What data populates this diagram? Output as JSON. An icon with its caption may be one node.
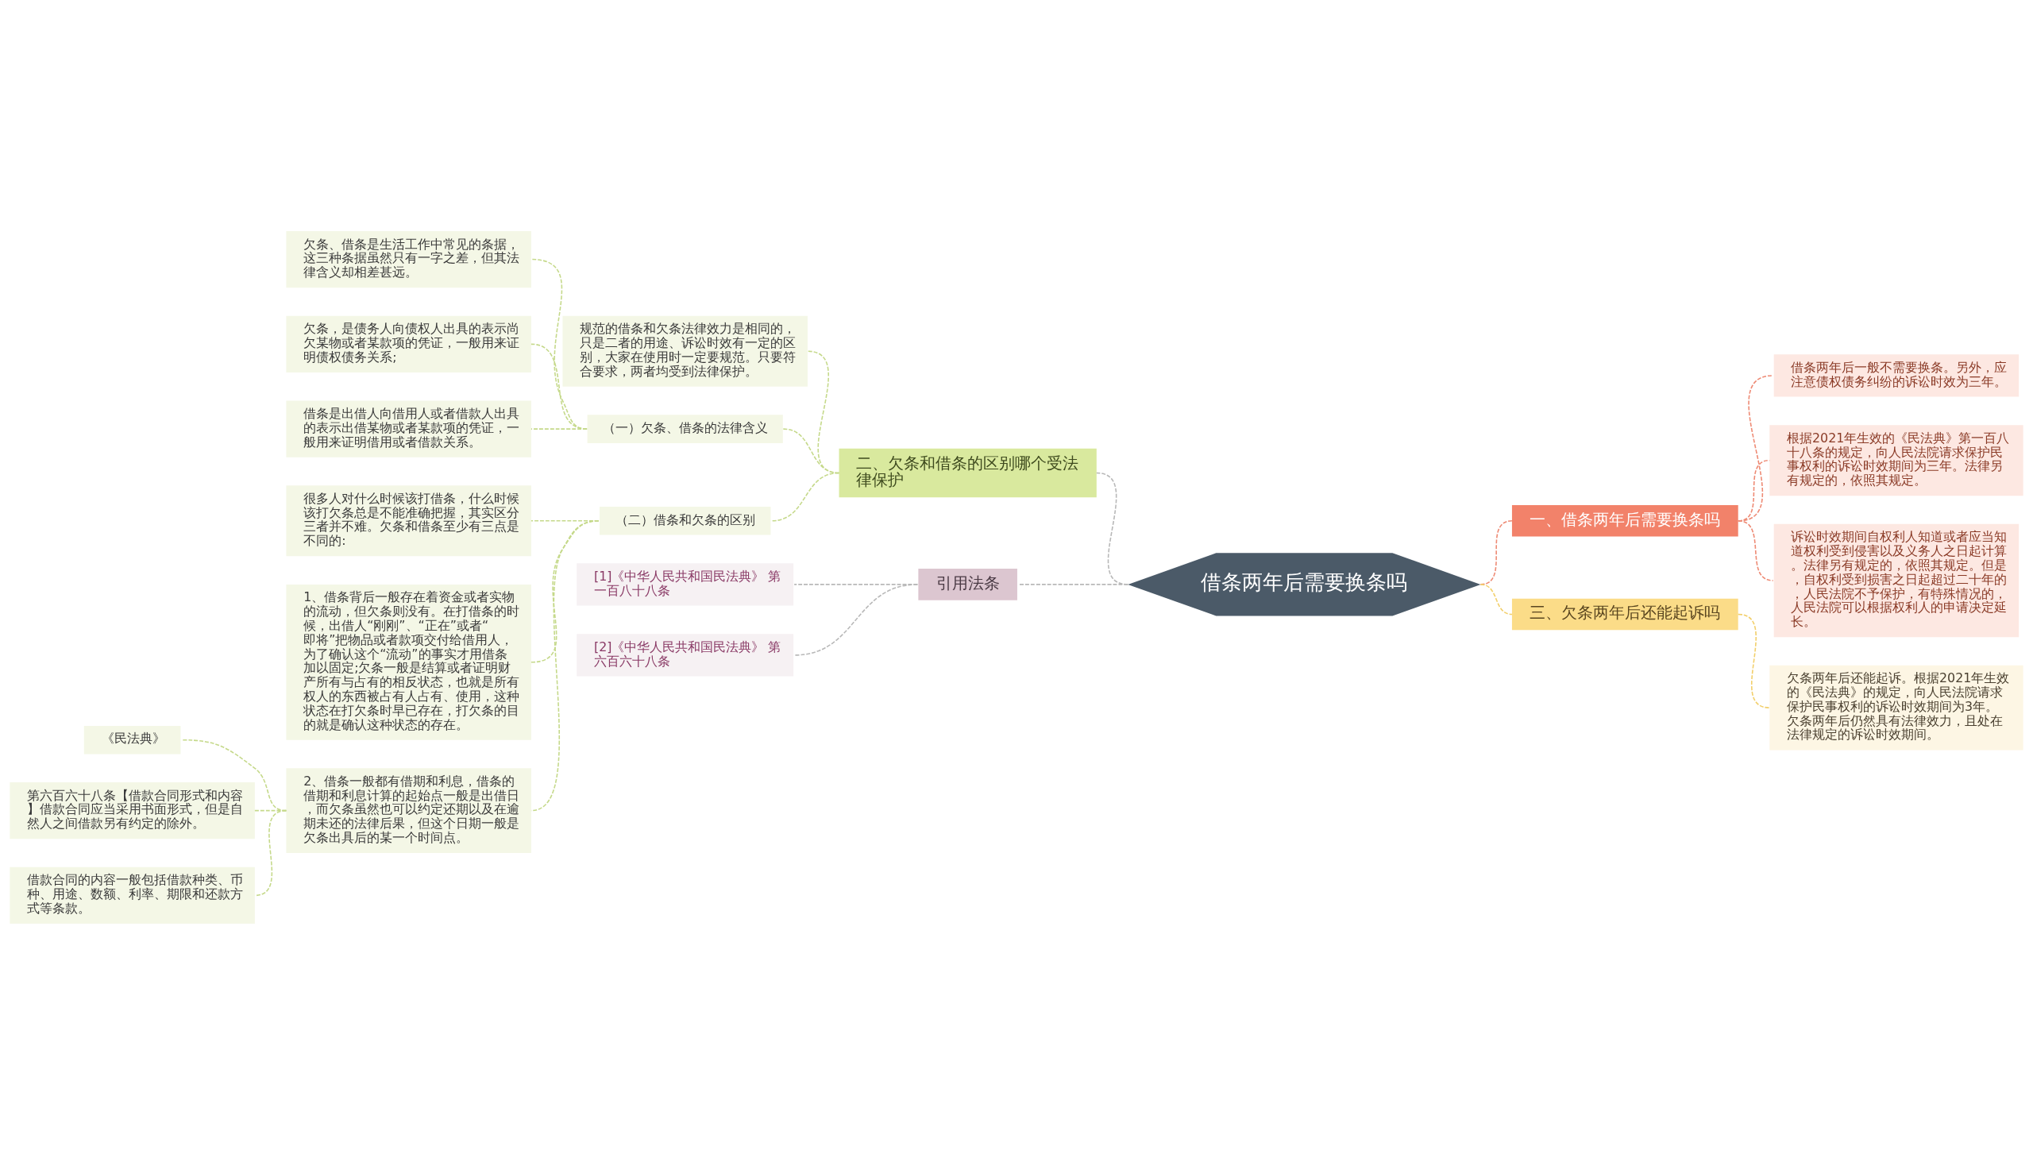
{
  "diagram": {
    "nodes": [
      {
        "text": [
          "借条两年后需要换条吗"
        ]
      },
      {
        "text": [
          "一、借条两年后需要换条吗"
        ]
      },
      {
        "text": [
          "借条两年后一般不需要换条。另外，应注意债权债务纠纷的诉讼时效为三年。"
        ]
      },
      {
        "text": [
          "根据2021年生效的《民法典》第一百八十八条的规定，向人民法院请求保护民事权利的诉讼时效期间为三年。法律另有规定的，依照其规定。"
        ]
      },
      {
        "text": [
          "诉讼时效期间自权利人知道或者应当知道权利受到侵害以及义务人之日起计算。法律另有规定的，依照其规定。但是，自权利受到损害之日起超过二十年的，人民法院不予保护，有特殊情况的，人民法院可以根据权利人的申请决定延长。"
        ]
      },
      {
        "text": [
          "三、欠条两年后还能起诉吗"
        ]
      },
      {
        "text": [
          "欠条两年后还能起诉。根据2021年生效的《民法典》的规定，向人民法院请求保护民事权利的诉讼时效期间为3年。欠条两年后仍然具有法律效力，且处在法律规定的诉讼时效期间。"
        ]
      },
      {
        "text": [
          "二、欠条和借条的区别哪个受法律保护"
        ]
      },
      {
        "text": [
          "规范的借条和欠条法律效力是相同的，只是二者的用途、诉讼时效有一定的区别，大家在使用时一定要规范。只要符合要求，两者均受到法律保护。"
        ]
      },
      {
        "text": [
          "（一）欠条、借条的法律含义"
        ]
      },
      {
        "text": [
          "欠条、借条是生活工作中常见的条据，这三种条据虽然只有一字之差，但其法律含义却相差甚远。"
        ]
      },
      {
        "text": [
          "欠条，是债务人向债权人出具的表示尚欠某物或者某款项的凭证，一般用来证明债权债务关系;"
        ]
      },
      {
        "text": [
          "借条是出借人向借用人或者借款人出具的表示出借某物或者某款项的凭证，一般用来证明借用或者借款关系。"
        ]
      },
      {
        "text": [
          "（二）借条和欠条的区别"
        ]
      },
      {
        "text": [
          "很多人对什么时候该打借条，什么时候该打欠条总是不能准确把握，其实区分三者并不难。欠条和借条至少有三点是不同的:"
        ]
      },
      {
        "text": [
          "1、借条背后一般存在着资金或者实物的流动，但欠条则没有。在打借条的时候，出借人“刚刚”、“正在”或者“即将”把物品或者款项交付给借用人，为了确认这个“流动”的事实才用借条加以固定;欠条一般是结算或者证明财产所有与占有的相反状态，也就是所有权人的东西被占有人占有、使用，这种状态在打欠条时早已存在，打欠条的目的就是确认这种状态的存在。"
        ]
      },
      {
        "text": [
          "2、借条一般都有借期和利息，借条的借期和利息计算的起始点一般是出借日，而欠条虽然也可以约定还期以及在逾期未还的法律后果，但这个日期一般是欠条出具后的某一个时间点。"
        ]
      },
      {
        "text": [
          "《民法典》"
        ]
      },
      {
        "text": [
          "第六百六十八条【借款合同形式和内容】借款合同应当采用书面形式，但是自然人之间借款另有约定的除外。"
        ]
      },
      {
        "text": [
          "借款合同的内容一般包括借款种类、币种、用途、数额、利率、期限和还款方式等条款。"
        ]
      },
      {
        "text": [
          "引用法条"
        ]
      },
      {
        "text": [
          "[1]《中华人民共和国民法典》 第一百八十八条"
        ]
      },
      {
        "text": [
          "[2]《中华人民共和国民法典》 第六百六十八条"
        ]
      }
    ],
    "edges": [
      {
        "from": 0,
        "to": 1,
        "arrow": "none",
        "style": "dashed",
        "color": "#ee8a74"
      },
      {
        "from": 1,
        "to": 2,
        "arrow": "none",
        "style": "dashed",
        "color": "#ee8a74"
      },
      {
        "from": 1,
        "to": 3,
        "arrow": "none",
        "style": "dashed",
        "color": "#ee8a74"
      },
      {
        "from": 1,
        "to": 4,
        "arrow": "none",
        "style": "dashed",
        "color": "#ee8a74"
      },
      {
        "from": 0,
        "to": 5,
        "arrow": "none",
        "style": "dashed",
        "color": "#f2cf6a"
      },
      {
        "from": 5,
        "to": 6,
        "arrow": "none",
        "style": "dashed",
        "color": "#f2cf6a"
      },
      {
        "from": 0,
        "to": 7,
        "arrow": "none",
        "style": "dashed",
        "color": "#b8b8b8"
      },
      {
        "from": 7,
        "to": 8,
        "arrow": "none",
        "style": "dashed"
      },
      {
        "from": 7,
        "to": 9,
        "arrow": "none",
        "style": "dashed"
      },
      {
        "from": 9,
        "to": 10,
        "arrow": "none",
        "style": "dashed"
      },
      {
        "from": 9,
        "to": 11,
        "arrow": "none",
        "style": "dashed"
      },
      {
        "from": 9,
        "to": 12,
        "arrow": "none",
        "style": "dashed"
      },
      {
        "from": 7,
        "to": 13,
        "arrow": "none",
        "style": "dashed"
      },
      {
        "from": 13,
        "to": 14,
        "arrow": "none",
        "style": "dashed"
      },
      {
        "from": 13,
        "to": 15,
        "arrow": "none",
        "style": "dashed"
      },
      {
        "from": 13,
        "to": 16,
        "arrow": "none",
        "style": "dashed"
      },
      {
        "from": 16,
        "to": 17,
        "arrow": "none",
        "style": "dashed"
      },
      {
        "from": 16,
        "to": 18,
        "arrow": "none",
        "style": "dashed"
      },
      {
        "from": 16,
        "to": 19,
        "arrow": "none",
        "style": "dashed"
      },
      {
        "from": 0,
        "to": 20,
        "arrow": "none",
        "style": "dashed",
        "color": "#b8b8b8"
      },
      {
        "from": 20,
        "to": 21,
        "arrow": "none",
        "style": "dashed",
        "color": "#b8b8b8"
      },
      {
        "from": 20,
        "to": 22,
        "arrow": "none",
        "style": "dashed",
        "color": "#b8b8b8"
      }
    ]
  }
}
